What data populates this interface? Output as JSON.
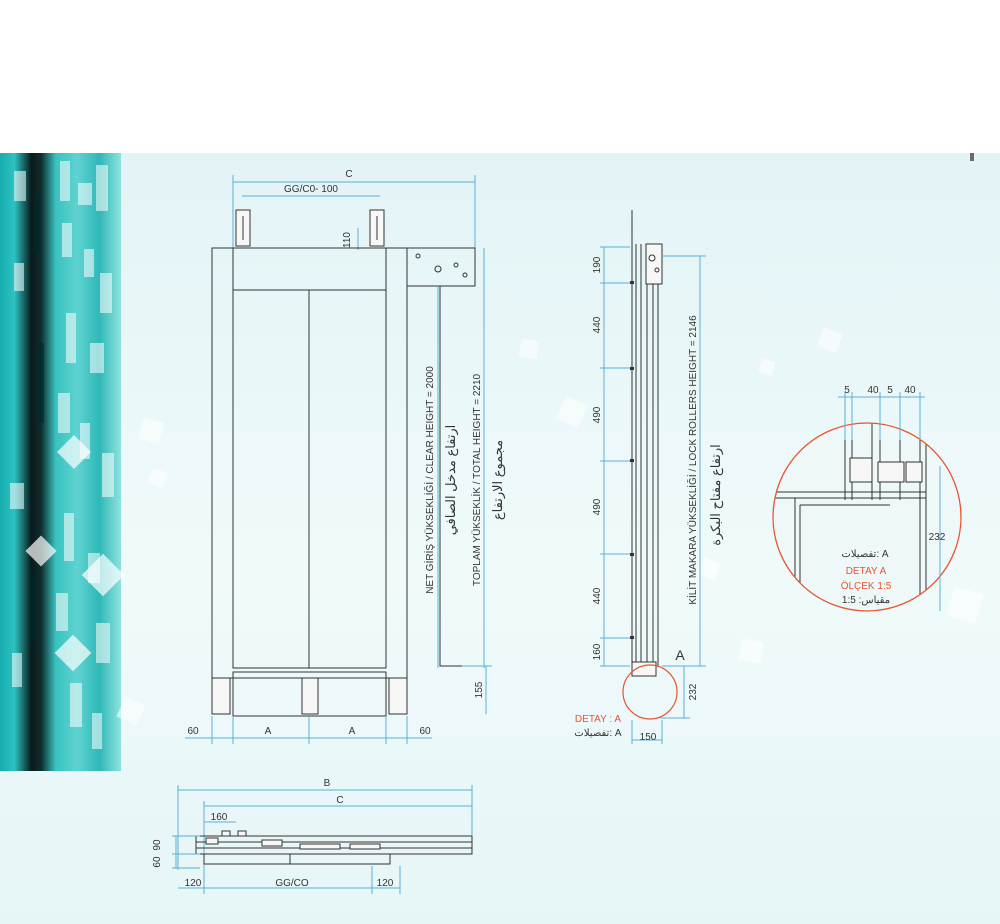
{
  "front_view": {
    "dim_c": "C",
    "dim_gg_co_minus_100": "GG/C0- 100",
    "dim_110": "110",
    "dim_155": "155",
    "dim_60_left": "60",
    "dim_60_right": "60",
    "dim_a_left": "A",
    "dim_a_right": "A",
    "clear_height_label": "NET GİRİŞ YÜKSEKLİĞİ / CLEAR HEIGHT = 2000",
    "clear_height_arabic": "ارتفاع مدخل الصافي",
    "total_height_label": "TOPLAM YÜKSEKLİK / TOTAL HEIGHT = 2210",
    "total_height_arabic": "مجموع الارتفاع"
  },
  "side_view": {
    "dims": [
      "190",
      "440",
      "490",
      "490",
      "440",
      "160"
    ],
    "dim_232": "232",
    "dim_150": "150",
    "detail_marker": "A",
    "lock_rollers_label": "KİLİT MAKARA YÜKSEKLİĞİ / LOCK ROLLERS HEIGHT = 2146",
    "lock_rollers_arabic": "ارتفاع مفتاح البكرة",
    "detail_label": "DETAY : A",
    "detail_arabic": "تفصيلات: A"
  },
  "detail_a": {
    "dim_5_left": "5",
    "dim_40_left": "40",
    "dim_5_right": "5",
    "dim_40_right": "40",
    "dim_232": "232",
    "arabic_title": "تفصيلات: A",
    "title": "DETAY A",
    "scale": "ÖLÇEK 1:5",
    "scale_arabic": "مقياس: 1:5"
  },
  "plan_view": {
    "dim_b": "B",
    "dim_c": "C",
    "dim_160": "160",
    "dim_60": "60",
    "dim_90": "90",
    "dim_120_left": "120",
    "dim_gg_co": "GG/CO",
    "dim_120_right": "120"
  },
  "colors": {
    "dimension_line": "#5ab0d8",
    "outline": "#333333",
    "detail_accent": "#e8552f",
    "sheet_background": "#e3f4f6",
    "strip_teal": "#2dc1c1"
  }
}
